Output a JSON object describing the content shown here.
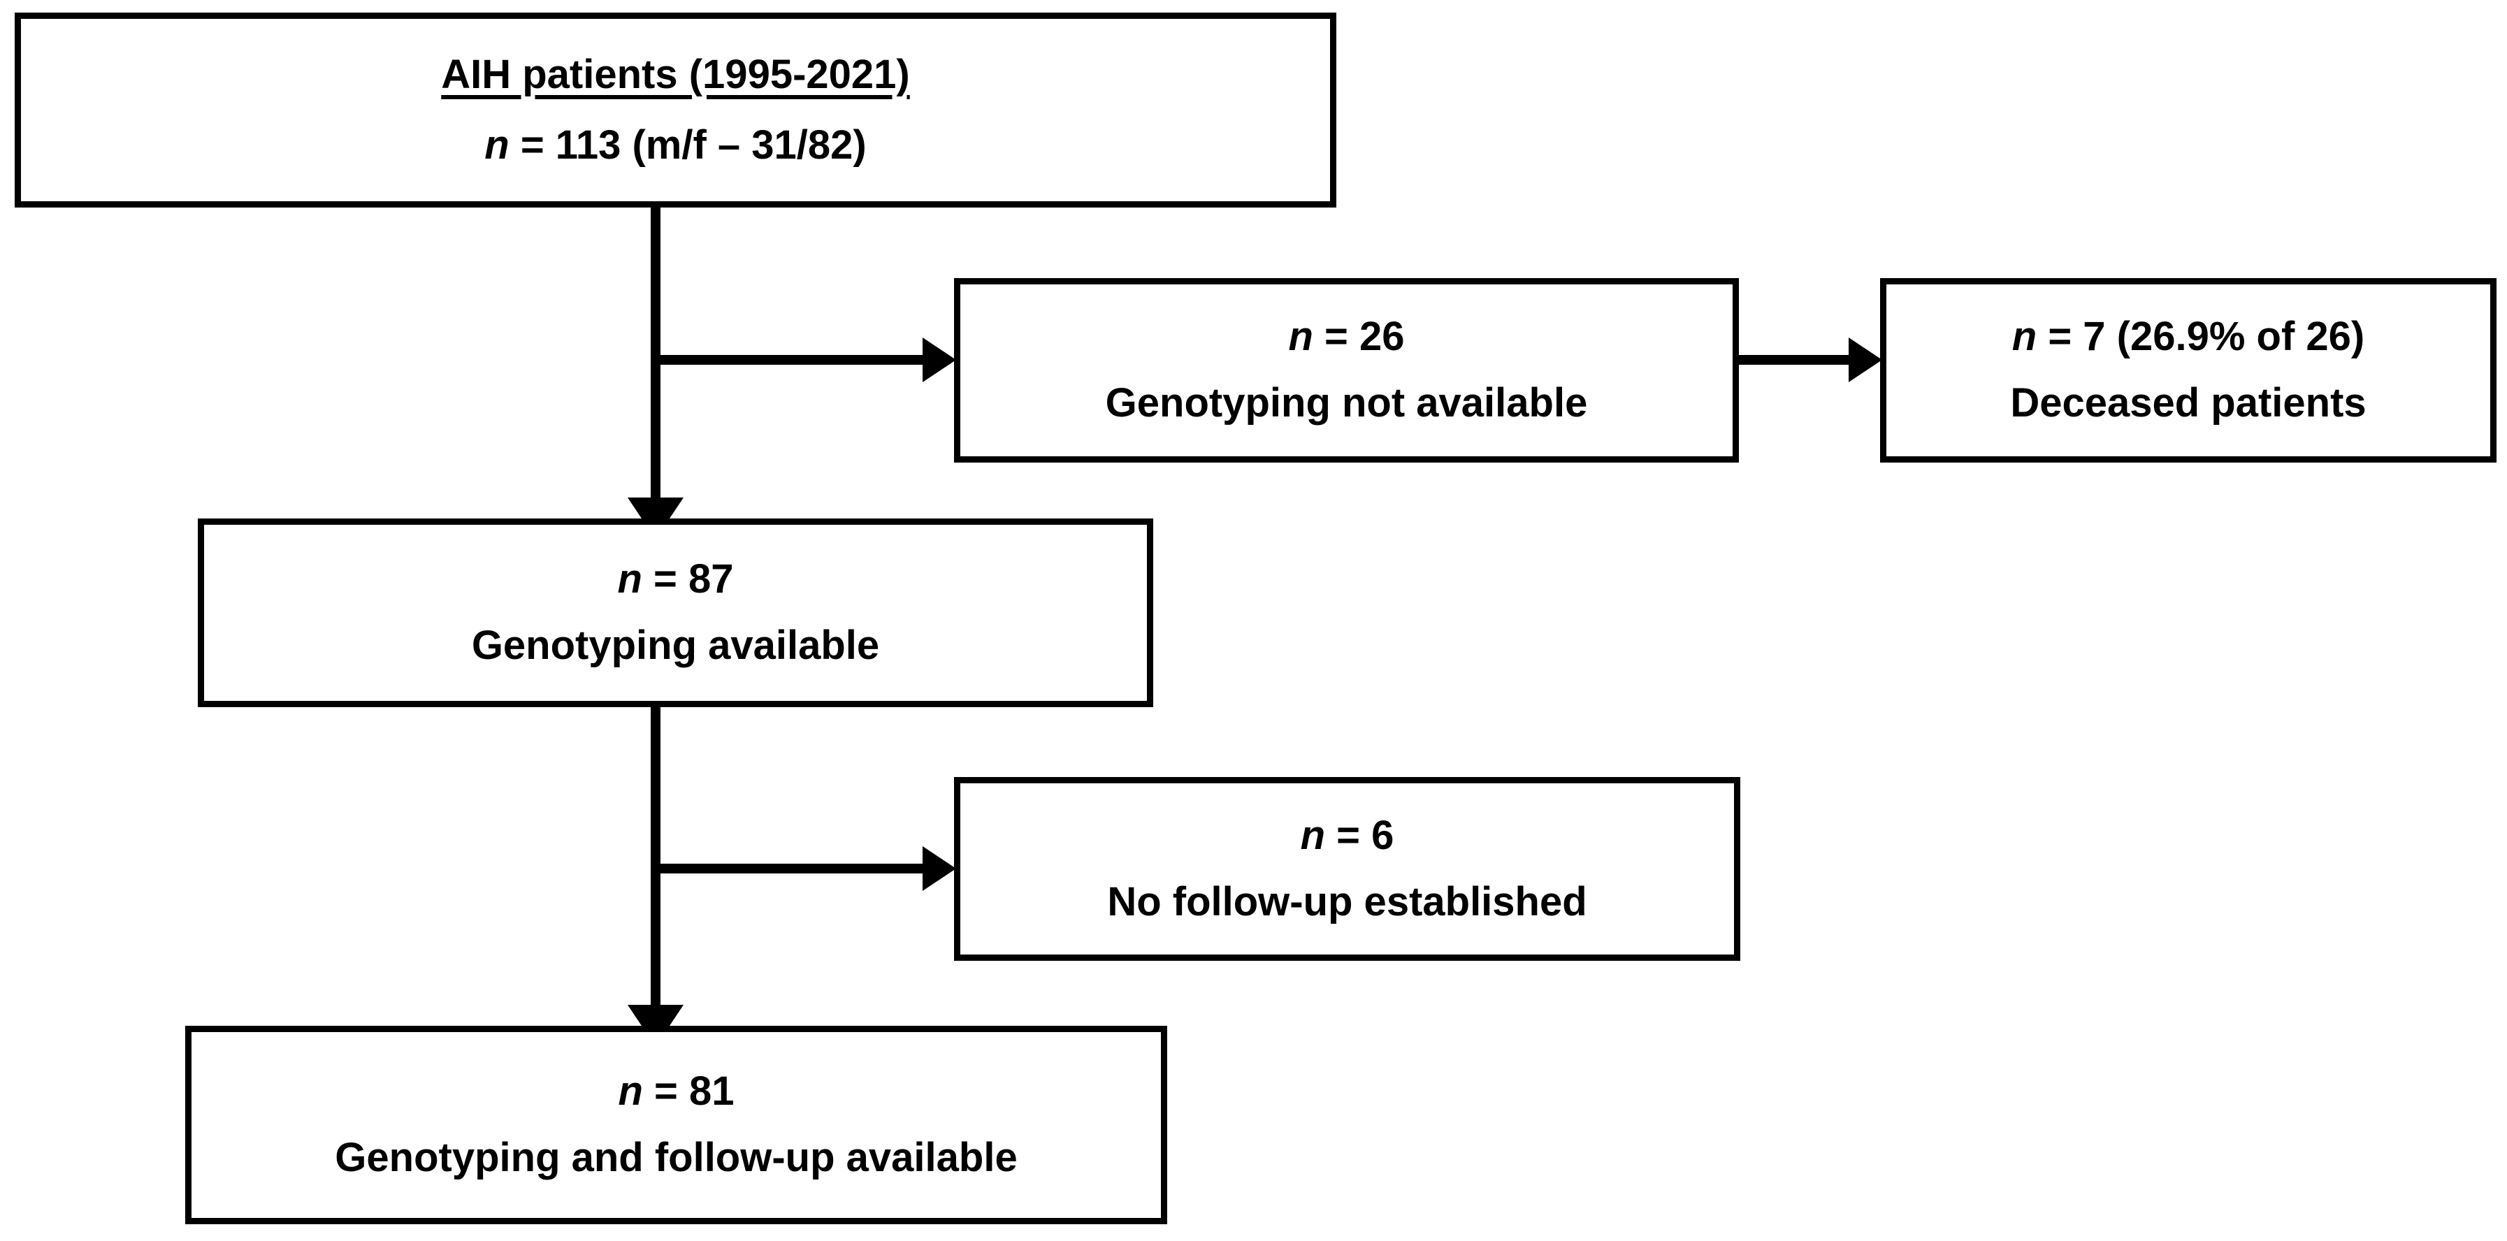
{
  "figure": {
    "type": "flowchart",
    "title": "AIH patient selection flow",
    "background_color": "#ffffff",
    "stroke_color": "#000000"
  },
  "nodes": {
    "root": {
      "heading": "AIH patients (1995-2021)",
      "n_symbol": "n",
      "count_line": "= 113 (m/f – 31/82)",
      "full_count_line": "n = 113 (m/f – 31/82)"
    },
    "no_genotyping": {
      "n_symbol": "n",
      "count_line": "= 26",
      "full_count_line": "n = 26",
      "label": "Genotyping not available"
    },
    "deceased": {
      "n_symbol": "n",
      "count_line": "= 7 (26.9% of 26)",
      "full_count_line": "n = 7 (26.9% of 26)",
      "label": "Deceased patients"
    },
    "genotyping": {
      "n_symbol": "n",
      "count_line": "= 87",
      "full_count_line": "n = 87",
      "label": "Genotyping available"
    },
    "no_followup": {
      "n_symbol": "n",
      "count_line": "= 6",
      "full_count_line": "n = 6",
      "label": "No follow-up established"
    },
    "final": {
      "n_symbol": "n",
      "count_line": "= 81",
      "full_count_line": "n = 81",
      "label": "Genotyping and follow-up available"
    }
  },
  "edges": [
    {
      "id": "root-to-genotyping",
      "from": "root",
      "to": "genotyping",
      "direction": "down"
    },
    {
      "id": "root-to-no-genotyping",
      "from": "root",
      "to": "no_genotyping",
      "direction": "right"
    },
    {
      "id": "no-genotyping-to-deceased",
      "from": "no_genotyping",
      "to": "deceased",
      "direction": "right"
    },
    {
      "id": "genotyping-to-final",
      "from": "genotyping",
      "to": "final",
      "direction": "down"
    },
    {
      "id": "genotyping-to-no-followup",
      "from": "genotyping",
      "to": "no_followup",
      "direction": "right"
    }
  ]
}
